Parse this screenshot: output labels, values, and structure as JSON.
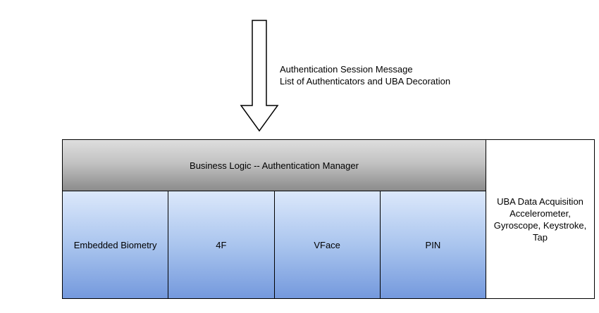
{
  "annotation": {
    "line1": "Authentication Session Message",
    "line2": "List of Authenticators and UBA Decoration"
  },
  "manager": {
    "label": "Business Logic -- Authentication Manager"
  },
  "authenticators": [
    {
      "label": "Embedded Biometry"
    },
    {
      "label": "4F"
    },
    {
      "label": "VFace"
    },
    {
      "label": "PIN"
    }
  ],
  "uba": {
    "label": "UBA Data Acquisition Accelerometer, Gyroscope, Keystroke, Tap"
  },
  "colors": {
    "manager_gradient_top": "#dedede",
    "manager_gradient_bottom": "#8a8a8a",
    "auth_gradient_top": "#dce8fb",
    "auth_gradient_bottom": "#7499dd",
    "border": "#000000",
    "background": "#ffffff"
  }
}
